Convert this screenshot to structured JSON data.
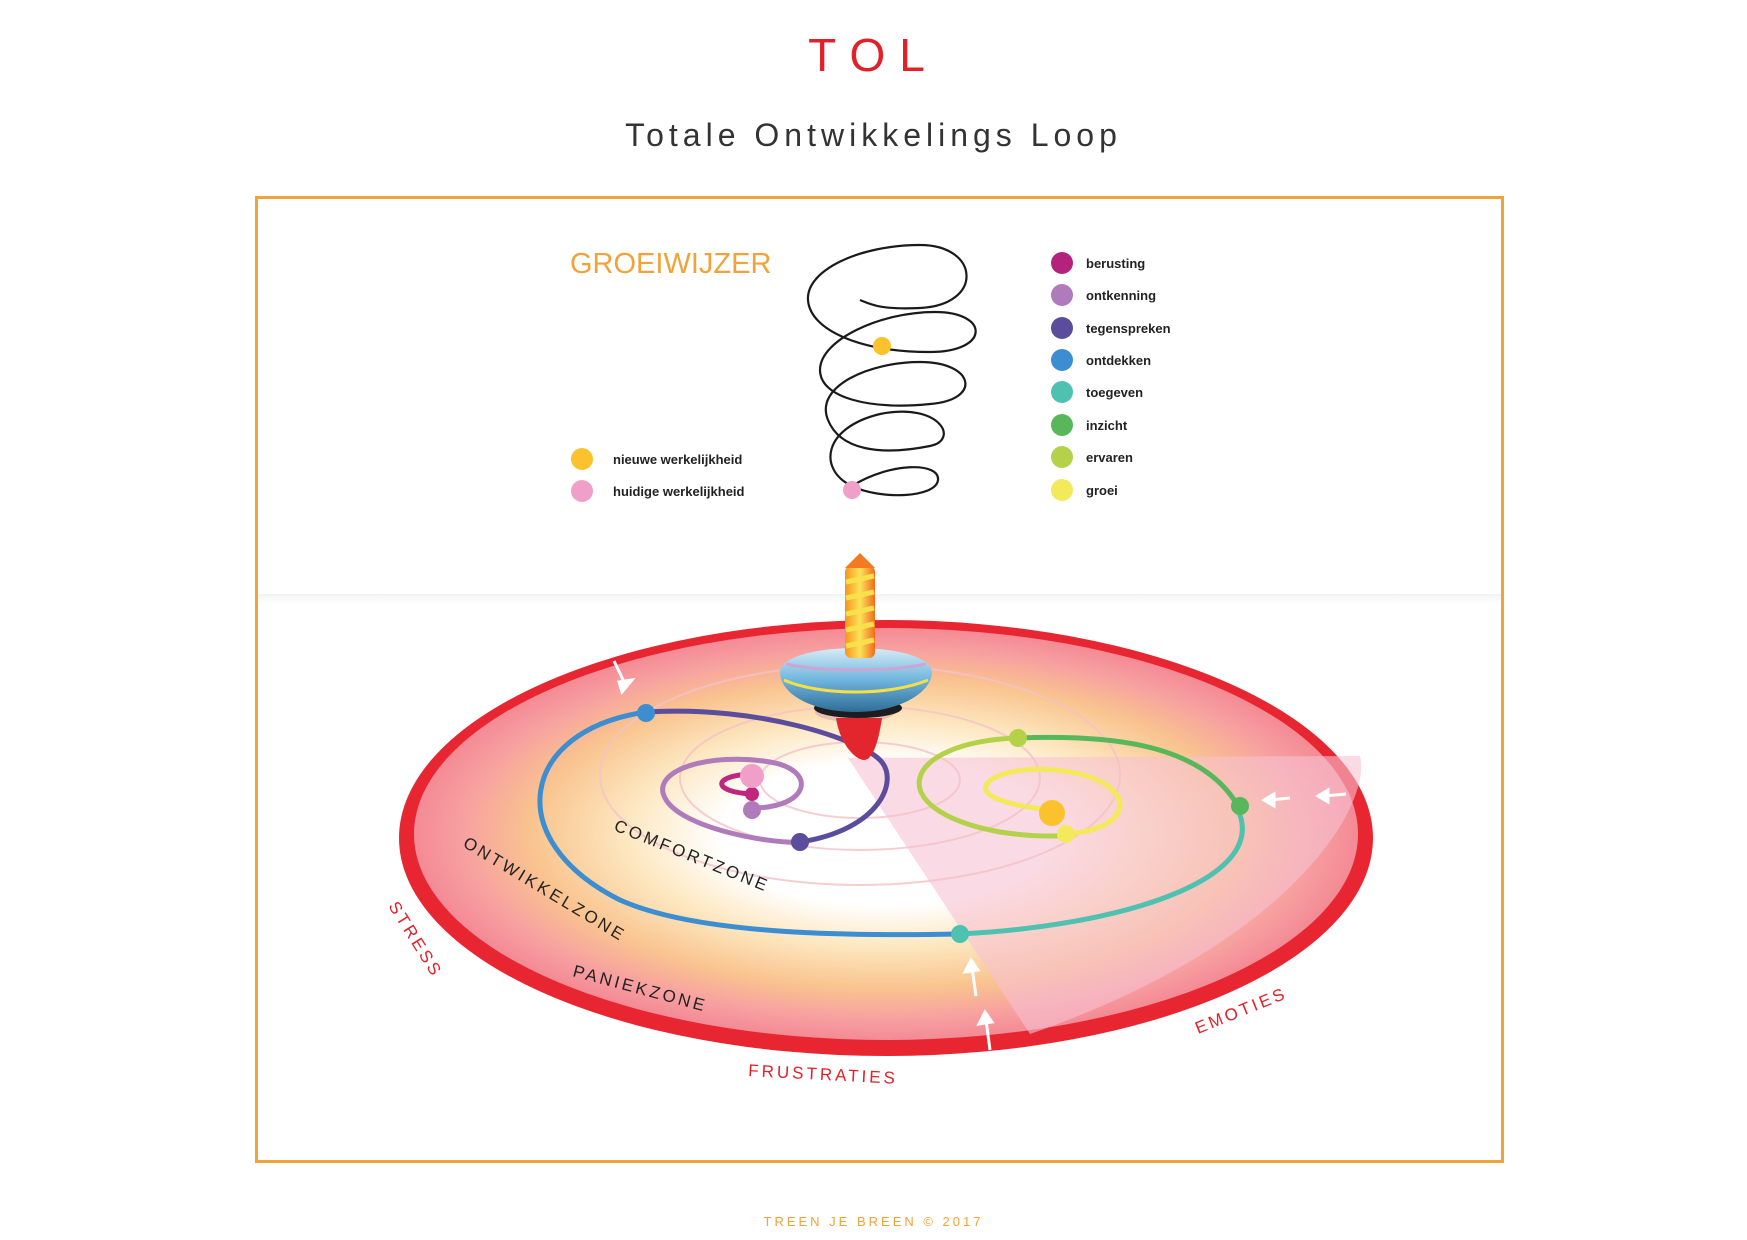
{
  "header": {
    "title": "TOL",
    "subtitle": "Totale Ontwikkelings Loop"
  },
  "groeiwijzer": {
    "heading": "GROEIWIJZER",
    "reality_legend": [
      {
        "label": "nieuwe werkelijkheid",
        "color": "#fcc22d"
      },
      {
        "label": "huidige werkelijkheid",
        "color": "#f0a0c8"
      }
    ],
    "phases": [
      {
        "label": "berusting",
        "color": "#b3237e"
      },
      {
        "label": "ontkenning",
        "color": "#b07bbb"
      },
      {
        "label": "tegenspreken",
        "color": "#5b4d9c"
      },
      {
        "label": "ontdekken",
        "color": "#3c8ed1"
      },
      {
        "label": "toegeven",
        "color": "#4fc1b0"
      },
      {
        "label": "inzicht",
        "color": "#58b75a"
      },
      {
        "label": "ervaren",
        "color": "#b3d24a"
      },
      {
        "label": "groei",
        "color": "#f2ea5a"
      }
    ]
  },
  "zones": {
    "comfort": "COMFORTZONE",
    "ontwikkel": "ONTWIKKELZONE",
    "paniek": "PANIEKZONE"
  },
  "pressures": {
    "stress": "STRESS",
    "frustraties": "FRUSTRATIES",
    "emoties": "EMOTIES"
  },
  "colors": {
    "accent_red": "#e32028",
    "accent_orange": "#f2a23a"
  },
  "footer": "TREEN JE BREEN © 2017"
}
